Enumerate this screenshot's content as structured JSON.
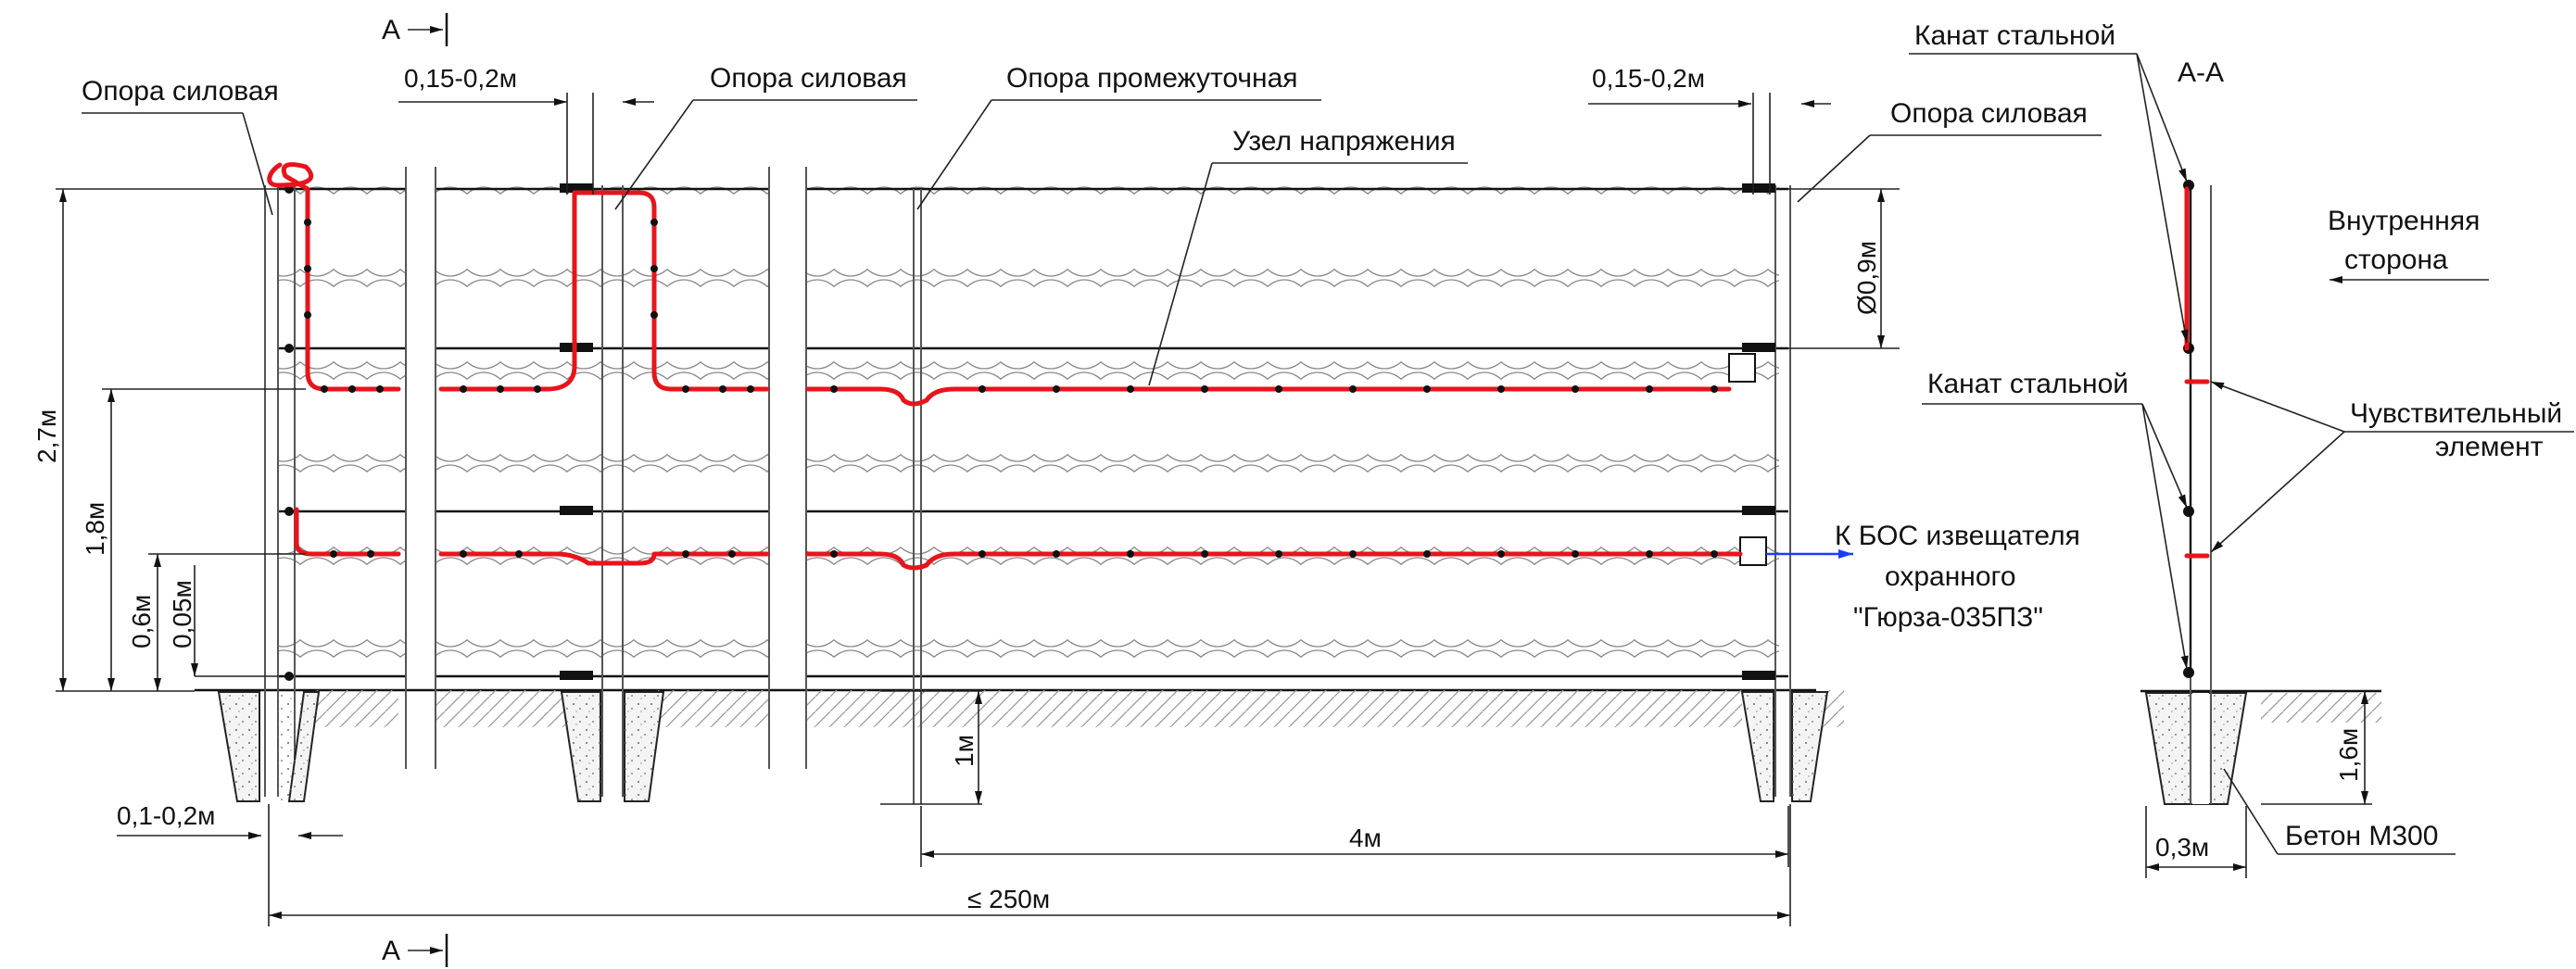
{
  "labels": {
    "section_mark_top": "А",
    "section_mark_bottom": "А",
    "post_power_left": "Опора силовая",
    "post_power_mid": "Опора силовая",
    "post_power_right": "Опора силовая",
    "post_intermediate": "Опора промежуточная",
    "tension_node": "Узел напряжения",
    "gap_left": "0,15-0,2м",
    "gap_right": "0,15-0,2м",
    "coil_diameter": "Ø0,9м",
    "height_total": "2,7м",
    "height_1_8": "1,8м",
    "height_0_6": "0,6м",
    "height_0_05": "0,05м",
    "post_offset": "0,1-0,2м",
    "bury_depth": "1м",
    "span": "4м",
    "length": "≤ 250м",
    "to_bos_line1": "К БОС извещателя",
    "to_bos_line2": "охранного",
    "to_bos_line3": "\"Гюрза-035ПЗ\""
  },
  "section": {
    "title": "А-А",
    "steel_rope_top": "Канат стальной",
    "steel_rope_mid": "Канат стальной",
    "inner_side_line1": "Внутренняя",
    "inner_side_line2": "сторона",
    "sensor_line1": "Чувствительный",
    "sensor_line2": "элемент",
    "depth": "1,6м",
    "width": "0,3м",
    "concrete": "Бетон М300"
  },
  "colors": {
    "sensor": "#e8141c",
    "lead_out": "#1a3cff"
  }
}
